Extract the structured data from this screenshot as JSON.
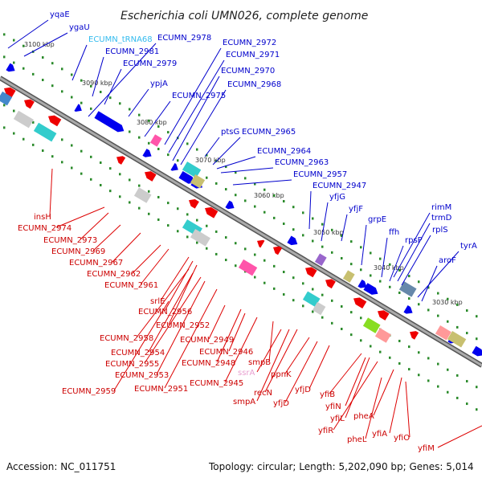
{
  "title": "Escherichia coli UMN026, complete genome",
  "footer": {
    "accession": "Accession: NC_011751",
    "summary": "Topology: circular; Length: 5,202,090 bp; Genes: 5,014"
  },
  "colors": {
    "blue": "#0000ee",
    "red": "#ee0000",
    "trna": "#33bbee",
    "rrna": "#ee99cc",
    "backbone": "#888888",
    "tick": "#228822"
  },
  "ticks": [
    "3100 kbp",
    "3090 kbp",
    "3080 kbp",
    "3070 kbp",
    "3060 kbp",
    "3050 kbp",
    "3040 kbp",
    "3030 kbp"
  ],
  "labels_top": [
    "yqaE",
    "ygaU",
    "ECUMN_tRNA68",
    "ECUMN_2978",
    "ECUMN_2981",
    "ECUMN_2979",
    "ypjA",
    "ECUMN_2975",
    "ECUMN_2972",
    "ECUMN_2971",
    "ECUMN_2970",
    "ECUMN_2968",
    "ptsG",
    "ECUMN_2965",
    "ECUMN_2964",
    "ECUMN_2963",
    "ECUMN_2957",
    "ECUMN_2947",
    "yfjG",
    "yfjF",
    "grpE",
    "ffh",
    "rpsP",
    "rimM",
    "trmD",
    "rplS",
    "tyrA",
    "aroF"
  ],
  "labels_bottom": [
    "insH",
    "ECUMN_2974",
    "ECUMN_2973",
    "ECUMN_2969",
    "ECUMN_2967",
    "ECUMN_2962",
    "ECUMN_2961",
    "srlE",
    "ECUMN_2956",
    "ECUMN_2952",
    "ECUMN_2958",
    "ECUMN_2954",
    "ECUMN_2955",
    "ECUMN_2953",
    "ECUMN_2959",
    "ECUMN_2951",
    "ECUMN_2949",
    "ECUMN_2948",
    "ECUMN_2946",
    "ECUMN_2945",
    "smpB",
    "ssrA",
    "smpA",
    "recN",
    "ppnK",
    "yfjD",
    "yfjD",
    "yfiB",
    "yfiN",
    "yfiL",
    "yfiR",
    "pheA",
    "pheL",
    "yfiA",
    "yfiO",
    "yfiM"
  ]
}
